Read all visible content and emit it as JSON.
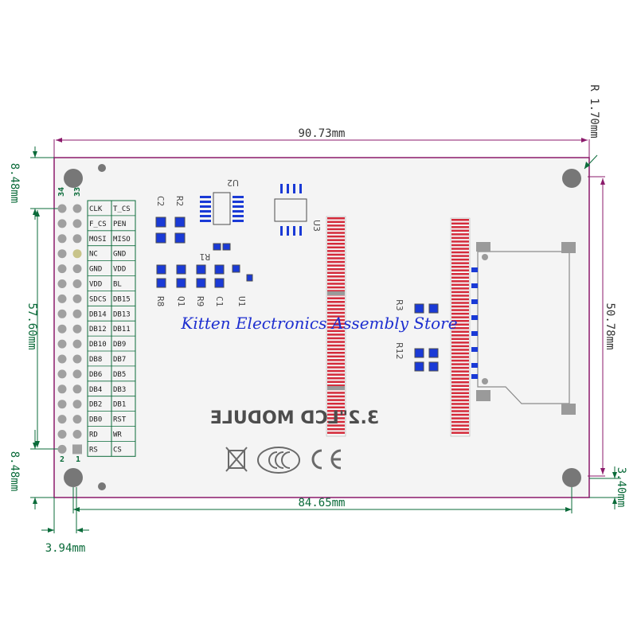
{
  "dimensions": {
    "width_top": "90.73mm",
    "width_bottom": "84.65mm",
    "height_left": "57.60mm",
    "height_right": "50.78mm",
    "top_offset_left": "8.48mm",
    "bottom_offset_left": "8.48mm",
    "left_offset_bottom": "3.94mm",
    "bottom_offset_right": "3.40mm",
    "corner_radius": "R 1.70mm"
  },
  "header": {
    "pin_top_left": "34",
    "pin_top_right": "33",
    "pin_bottom_left": "2",
    "pin_bottom_right": "1"
  },
  "pin_table": [
    [
      "CLK",
      "T_CS"
    ],
    [
      "F_CS",
      "PEN"
    ],
    [
      "MOSI",
      "MISO"
    ],
    [
      "NC",
      "GND"
    ],
    [
      "GND",
      "VDD"
    ],
    [
      "VDD",
      "BL"
    ],
    [
      "SDCS",
      "DB15"
    ],
    [
      "DB14",
      "DB13"
    ],
    [
      "DB12",
      "DB11"
    ],
    [
      "DB10",
      "DB9"
    ],
    [
      "DB8",
      "DB7"
    ],
    [
      "DB6",
      "DB5"
    ],
    [
      "DB4",
      "DB3"
    ],
    [
      "DB2",
      "DB1"
    ],
    [
      "DB0",
      "RST"
    ],
    [
      "RD",
      "WR"
    ],
    [
      "RS",
      "CS"
    ]
  ],
  "components": {
    "u2": "U2",
    "u3": "U3",
    "c2": "C2",
    "r2": "R2",
    "r1": "R1",
    "r8": "R8",
    "q1": "Q1",
    "r9": "R9",
    "c1": "C1",
    "u1": "U1",
    "r3": "R3",
    "r12": "R12"
  },
  "module_text": "3.2\"LCD MODULE",
  "watermark": "Kitten Electronics Assembly Store",
  "colors": {
    "outline": "#8b1a6b",
    "dimension_green": "#0b6b3a",
    "pad_blue": "#1a3ad6",
    "connector_red": "#d42a3a",
    "board": "#f4f4f4",
    "silk": "#4d4d4d"
  }
}
